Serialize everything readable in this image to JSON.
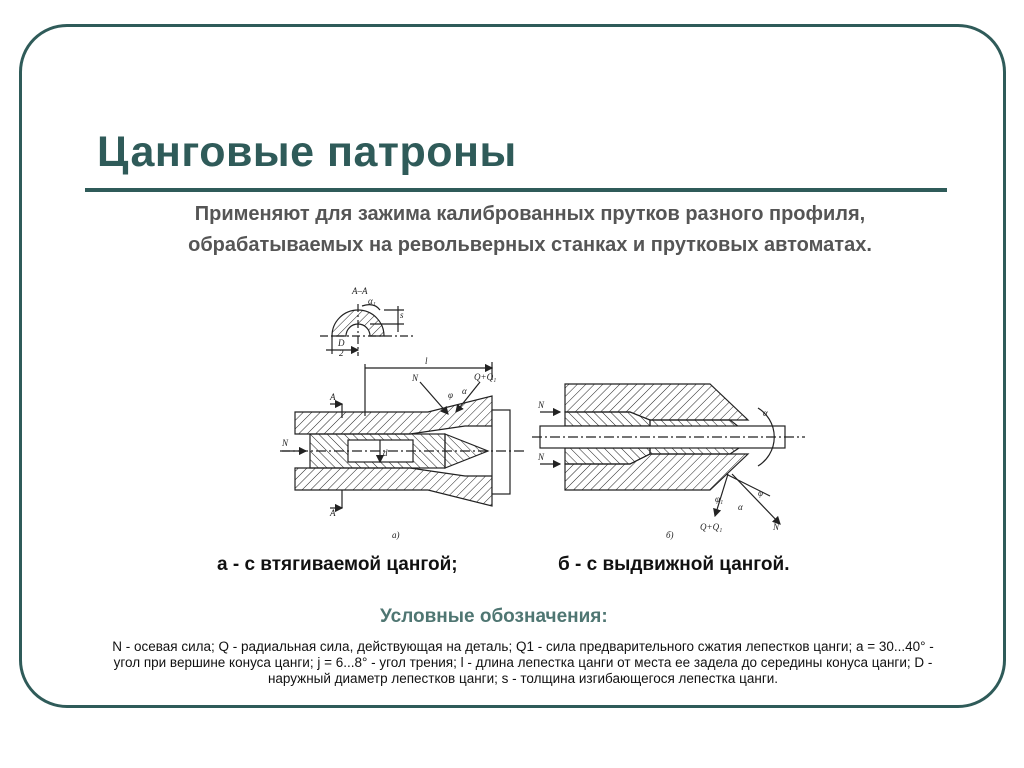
{
  "slide": {
    "title": "Цанговые патроны",
    "lead": "Применяют для зажима калиброванных прутков разного профиля, обрабатываемых на револьверных станках и прутковых автоматах.",
    "figure_labels": {
      "section": "А–А",
      "alpha1": "α₁",
      "s": "s",
      "D": "D",
      "two": "2",
      "l": "l",
      "N": "N",
      "QQ1": "Q+Q₁",
      "phi": "φ",
      "alpha": "α",
      "A": "А",
      "d": "d",
      "sub_a": "а)",
      "sub_b": "б)",
      "phi1": "φ₁"
    },
    "captions": {
      "a": "а - с втягиваемой цангой;",
      "b": "б - с выдвижной цангой."
    },
    "legend_title": "Условные обозначения:",
    "legend_text": "N - осевая сила; Q - радиальная сила, действующая на деталь; Q1 - сила предварительного сжатия лепестков цанги; a = 30...40° - угол при вершине конуса цанги; j = 6...8° - угол трения; l - длина лепестка цанги от места ее задела до середины конуса цанги; D - наружный диаметр лепестков цанги; s - толщина изгибающегося лепестка цанги.",
    "colors": {
      "frame": "#2f5b59",
      "title": "#2f5b59",
      "lead": "#555555",
      "legend_title": "#4f7672"
    }
  }
}
